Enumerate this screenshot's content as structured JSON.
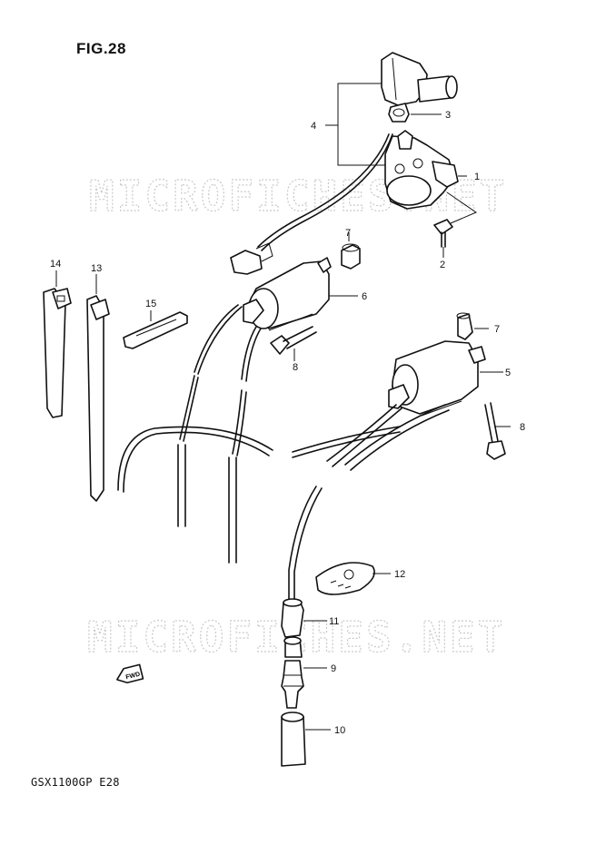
{
  "figure": {
    "title": "FIG.28",
    "model_code": "GSX1100GP  E28",
    "watermark": "MICROFICHES.NET",
    "fwd_label": "FWD"
  },
  "callouts": [
    {
      "id": "1",
      "label": "1"
    },
    {
      "id": "2",
      "label": "2"
    },
    {
      "id": "3",
      "label": "3"
    },
    {
      "id": "4",
      "label": "4"
    },
    {
      "id": "5",
      "label": "5"
    },
    {
      "id": "6",
      "label": "6"
    },
    {
      "id": "7a",
      "label": "7"
    },
    {
      "id": "7b",
      "label": "7"
    },
    {
      "id": "8a",
      "label": "8"
    },
    {
      "id": "8b",
      "label": "8"
    },
    {
      "id": "9",
      "label": "9"
    },
    {
      "id": "10",
      "label": "10"
    },
    {
      "id": "11",
      "label": "11"
    },
    {
      "id": "12",
      "label": "12"
    },
    {
      "id": "13",
      "label": "13"
    },
    {
      "id": "14",
      "label": "14"
    },
    {
      "id": "15",
      "label": "15"
    }
  ]
}
